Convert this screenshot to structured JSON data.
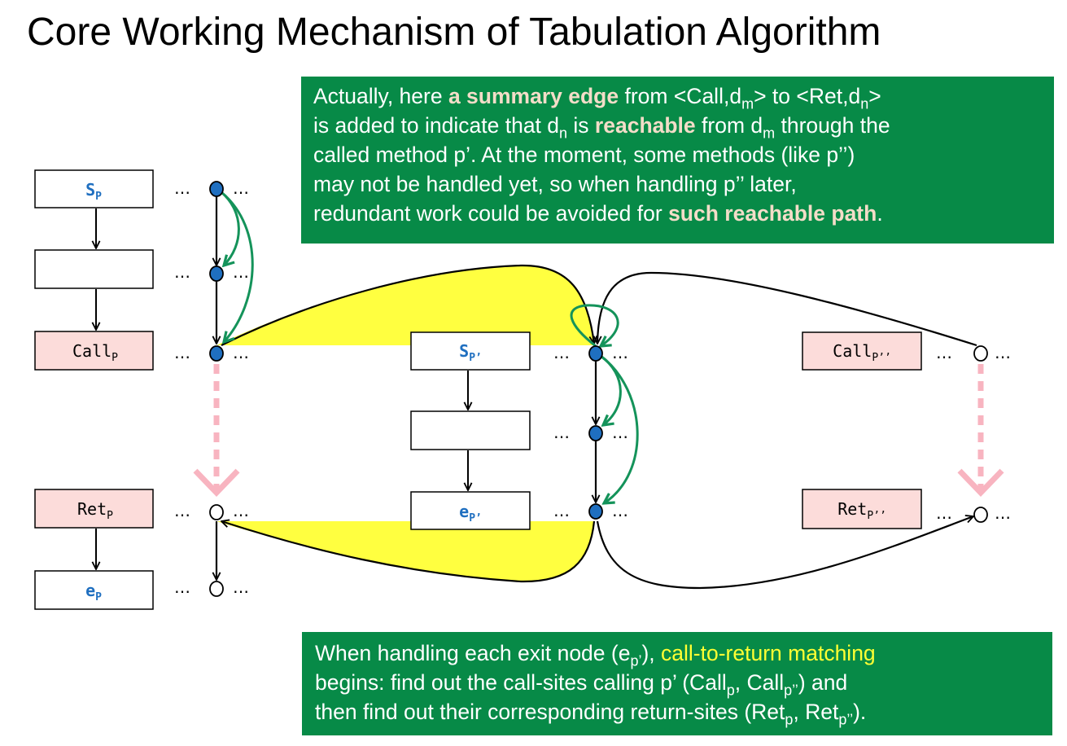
{
  "title": "Core Working Mechanism of Tabulation Algorithm",
  "callout_top": {
    "lines": [
      [
        {
          "t": "Actually, here "
        },
        {
          "t": "a summary edge",
          "hl": true
        },
        {
          "t": " from <Call,d"
        },
        {
          "t": "m",
          "sub": true
        },
        {
          "t": "> to <Ret,d"
        },
        {
          "t": "n",
          "sub": true
        },
        {
          "t": ">"
        }
      ],
      [
        {
          "t": "is added to indicate that d"
        },
        {
          "t": "n",
          "sub": true
        },
        {
          "t": " is "
        },
        {
          "t": "reachable",
          "hl": true
        },
        {
          "t": " from d"
        },
        {
          "t": "m",
          "sub": true
        },
        {
          "t": " through the"
        }
      ],
      [
        {
          "t": "called method p’. At the moment, some methods (like p’’)"
        }
      ],
      [
        {
          "t": "may not be handled yet, so when handling p’’ later,"
        }
      ],
      [
        {
          "t": "redundant work could be avoided for "
        },
        {
          "t": "such reachable path",
          "hl": true
        },
        {
          "t": "."
        }
      ]
    ]
  },
  "callout_bottom": {
    "lines": [
      [
        {
          "t": "When handling each exit node (e"
        },
        {
          "t": "p’",
          "sub": true
        },
        {
          "t": "), "
        },
        {
          "t": "call-to-return matching",
          "yl": true
        }
      ],
      [
        {
          "t": "begins: find out the call-sites calling p’ (Call"
        },
        {
          "t": "p",
          "sub": true
        },
        {
          "t": ", Call"
        },
        {
          "t": "p’’",
          "sub": true
        },
        {
          "t": ") and"
        }
      ],
      [
        {
          "t": "then find out their corresponding return-sites (Ret"
        },
        {
          "t": "p",
          "sub": true
        },
        {
          "t": ", Ret"
        },
        {
          "t": "p’’",
          "sub": true
        },
        {
          "t": ")."
        }
      ]
    ]
  },
  "procedures": {
    "p": [
      {
        "id": "sp",
        "main": "S",
        "sub": "P",
        "fill": "#ffffff",
        "text": "#1f6fc0",
        "bold": true
      },
      {
        "id": "n1",
        "main": "",
        "sub": "",
        "fill": "#ffffff"
      },
      {
        "id": "callp",
        "main": "Call",
        "sub": "P",
        "fill": "#fcdcda",
        "text": "#000000"
      },
      {
        "id": "retp",
        "main": "Ret",
        "sub": "P",
        "fill": "#fcdcda",
        "text": "#000000"
      },
      {
        "id": "ep",
        "main": "e",
        "sub": "P",
        "fill": "#ffffff",
        "text": "#1f6fc0",
        "bold": true
      }
    ],
    "p_prime": [
      {
        "id": "spp",
        "main": "S",
        "sub": "P’",
        "fill": "#ffffff",
        "text": "#1f6fc0",
        "bold": true
      },
      {
        "id": "n2",
        "main": "",
        "sub": "",
        "fill": "#ffffff"
      },
      {
        "id": "epp",
        "main": "e",
        "sub": "P’",
        "fill": "#ffffff",
        "text": "#1f6fc0",
        "bold": true
      }
    ],
    "p_double_prime": [
      {
        "id": "callpp",
        "main": "Call",
        "sub": "P’’",
        "fill": "#fcdcda",
        "text": "#000000"
      },
      {
        "id": "retpp",
        "main": "Ret",
        "sub": "P’’",
        "fill": "#fcdcda",
        "text": "#000000"
      }
    ]
  },
  "ellipsis": "…",
  "colors": {
    "callout_bg": "#078a47",
    "callout_highlight": "#f3ddc8",
    "callout_yellow": "#ffff33",
    "reached_node": "#1f6fc0",
    "green_edge": "#14935a",
    "pink_dashed": "#f8b4c0",
    "yellow_region": "#ffff40",
    "pink_box": "#fcdcda"
  }
}
